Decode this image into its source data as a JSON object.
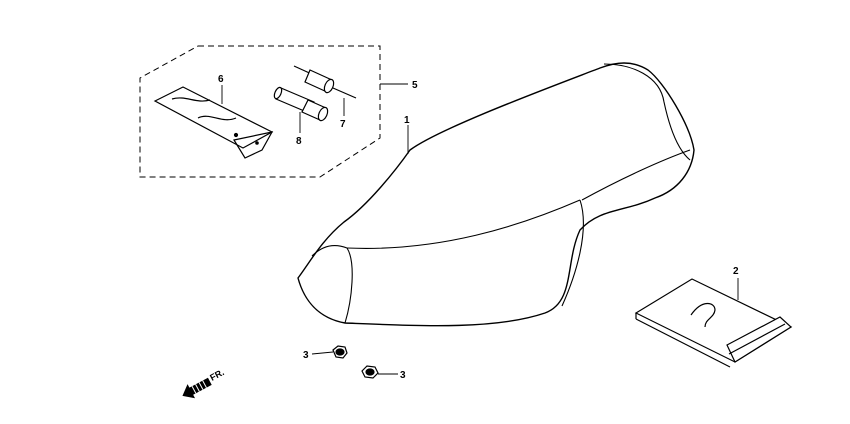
{
  "callouts": {
    "seat": "1",
    "seat_cover": "2",
    "nut_left": "3",
    "nut_right": "3",
    "tool_kit": "5",
    "tool_bag": "6",
    "screwdriver": "7",
    "socket_wrench": "8"
  },
  "direction_marker": {
    "text": "FR.",
    "icon": "arrow-down-left"
  }
}
